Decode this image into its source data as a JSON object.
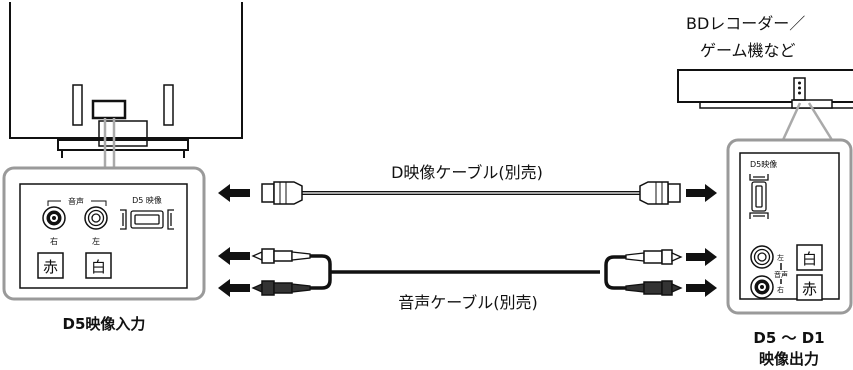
{
  "device_label": {
    "line1": "BDレコーダー／",
    "line2": "ゲーム機など"
  },
  "cables": {
    "d_video": "D映像ケーブル(別売)",
    "audio": "音声ケーブル(別売)"
  },
  "tv_panel": {
    "audio_group": "音声",
    "d5_port": "D5 映像",
    "right": "右",
    "left": "左",
    "red": "赤",
    "white": "白",
    "caption": "D5映像入力"
  },
  "device_panel": {
    "d5_port": "D5映像",
    "left": "左",
    "audio_group": "音声",
    "right": "右",
    "white": "白",
    "red": "赤",
    "caption_line1": "D5 ～ D1",
    "caption_line2": "映像出力"
  },
  "colors": {
    "panel_border": "#9a9a9a",
    "line": "#111111",
    "panel_fill": "#ffffff"
  }
}
